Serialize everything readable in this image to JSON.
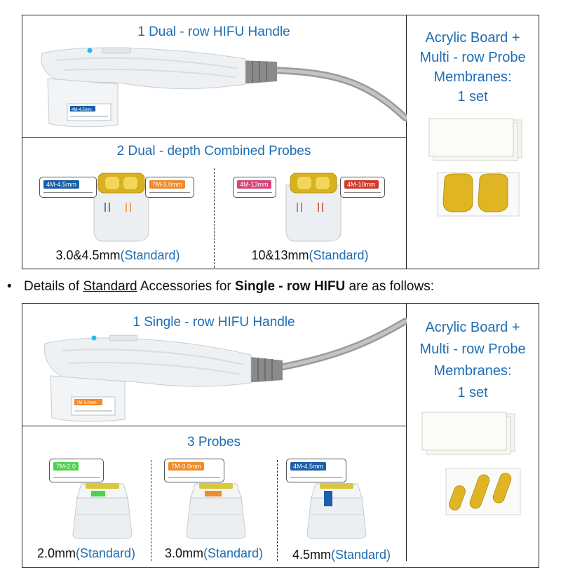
{
  "top_table": {
    "handle_title": "1 Dual - row HIFU Handle",
    "handle_window_label": "4M-4.5mm",
    "probes_title": "2 Dual - depth Combined Probes",
    "probe_a": {
      "left_tag": "4M-4.5mm",
      "right_tag": "7M-3.0mm",
      "caption_main": "3.0&4.5mm",
      "caption_note": "(Standard)",
      "left_color": "#1a5fa8",
      "right_color": "#f08a2a"
    },
    "probe_b": {
      "left_tag": "4M-13mm",
      "right_tag": "4M-10mm",
      "caption_main": "10&13mm",
      "caption_note": "(Standard)",
      "left_color": "#d6457a",
      "right_color": "#d23a2a"
    },
    "side_lines": [
      "Acrylic Board +",
      "Multi - row Probe",
      "Membranes:",
      "1 set"
    ]
  },
  "bullet": {
    "symbol": "•",
    "prefix": "Details of ",
    "underlined": "Standard",
    "middle": " Accessories for ",
    "bold": "Single - row HIFU",
    "suffix": " are as follows:"
  },
  "bottom_table": {
    "handle_title": "1 Single - row HIFU Handle",
    "handle_window_label": "7M-3.0mm",
    "probes_title": "3 Probes",
    "probes": [
      {
        "tag": "7M-2.0",
        "caption_main": "2.0mm",
        "caption_note": "(Standard)",
        "color": "#4cd24c"
      },
      {
        "tag": "7M-3.0mm",
        "caption_main": "3.0mm",
        "caption_note": "(Standard)",
        "color": "#f08a2a"
      },
      {
        "tag": "4M-4.5mm",
        "caption_main": "4.5mm",
        "caption_note": "(Standard)",
        "color": "#1a5fa8"
      }
    ],
    "side_lines": [
      "Acrylic Board +",
      "Multi - row Probe",
      "Membranes:",
      "1 set"
    ]
  },
  "colors": {
    "accent": "#1f6db3",
    "gold": "#d8b21e"
  }
}
